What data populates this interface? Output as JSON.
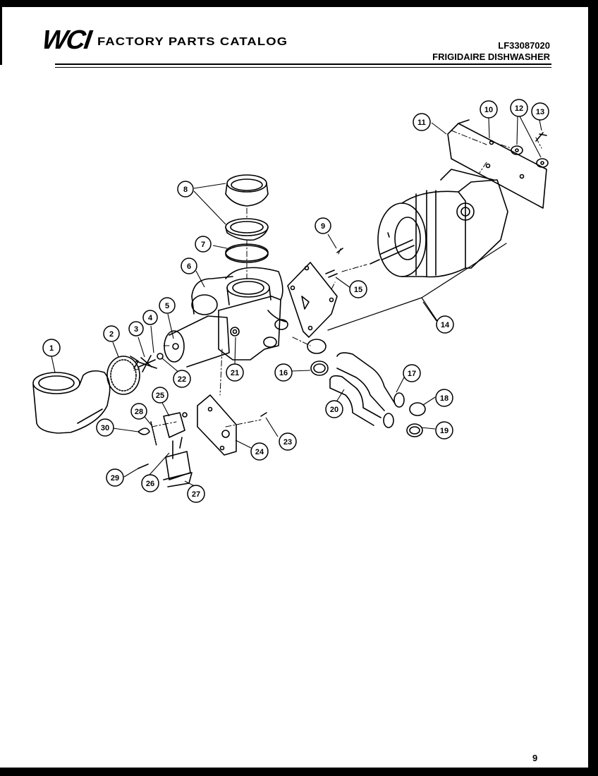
{
  "header": {
    "logo": "WCI",
    "catalog_title": "FACTORY PARTS CATALOG",
    "model_number": "LF33087020",
    "product_name": "FRIGIDAIRE DISHWASHER"
  },
  "footer": {
    "page_number": "9"
  },
  "callouts": [
    "1",
    "2",
    "3",
    "4",
    "5",
    "6",
    "7",
    "8",
    "9",
    "10",
    "11",
    "12",
    "13",
    "14",
    "15",
    "16",
    "17",
    "18",
    "19",
    "20",
    "21",
    "22",
    "23",
    "24",
    "25",
    "26",
    "27",
    "28",
    "29",
    "30"
  ]
}
